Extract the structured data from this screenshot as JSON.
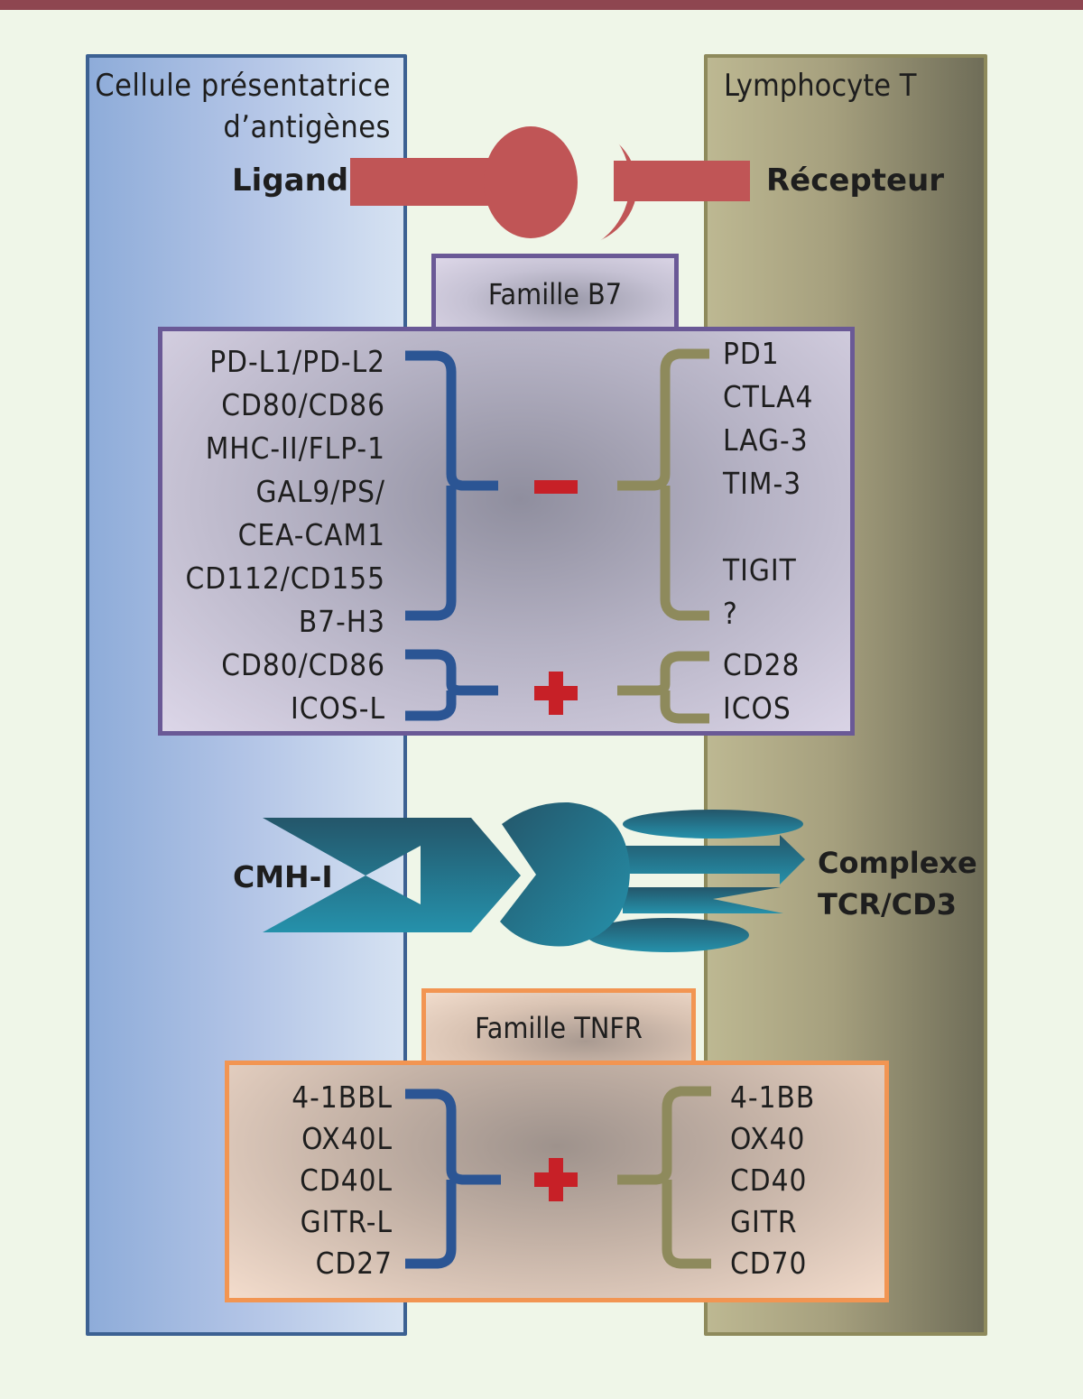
{
  "colors": {
    "top_bar": "#8e4650",
    "background": "#eff6e8",
    "apc_border": "#3c6192",
    "t_border": "#8e8a5c",
    "ligand_receptor": "#c05556",
    "b7_border": "#6a5996",
    "tnfr_border": "#f29552",
    "ligand_bracket": "#2b5594",
    "receptor_bracket": "#8e8a5c",
    "sign": "#c72027",
    "tcr": "#237f98"
  },
  "cells": {
    "apc_title_line1": "Cellule présentatrice",
    "apc_title_line2": "d’antigènes",
    "t_title": "Lymphocyte T"
  },
  "legend": {
    "ligand": "Ligand",
    "receptor": "Récepteur"
  },
  "b7": {
    "family_label": "Famille B7",
    "inhibitory": {
      "sign": "−",
      "ligands": [
        "PD-L1/PD-L2",
        "CD80/CD86",
        "MHC-II/FLP-1",
        "GAL9/PS/",
        "CEA-CAM1",
        "CD112/CD155",
        "B7-H3"
      ],
      "receptors": [
        "PD1",
        "CTLA4",
        "LAG-3",
        "TIM-3",
        "",
        "TIGIT",
        "?"
      ]
    },
    "stimulatory": {
      "sign": "+",
      "ligands": [
        "CD80/CD86",
        "ICOS-L"
      ],
      "receptors": [
        "CD28",
        "ICOS"
      ]
    }
  },
  "tcr": {
    "mhc_label": "CMH-I",
    "complex_label_line1": "Complexe",
    "complex_label_line2": "TCR/CD3"
  },
  "tnfr": {
    "family_label": "Famille TNFR",
    "sign": "+",
    "ligands": [
      "4-1BBL",
      "OX40L",
      "CD40L",
      "GITR-L",
      "CD27"
    ],
    "receptors": [
      "4-1BB",
      "OX40",
      "CD40",
      "GITR",
      "CD70"
    ]
  }
}
